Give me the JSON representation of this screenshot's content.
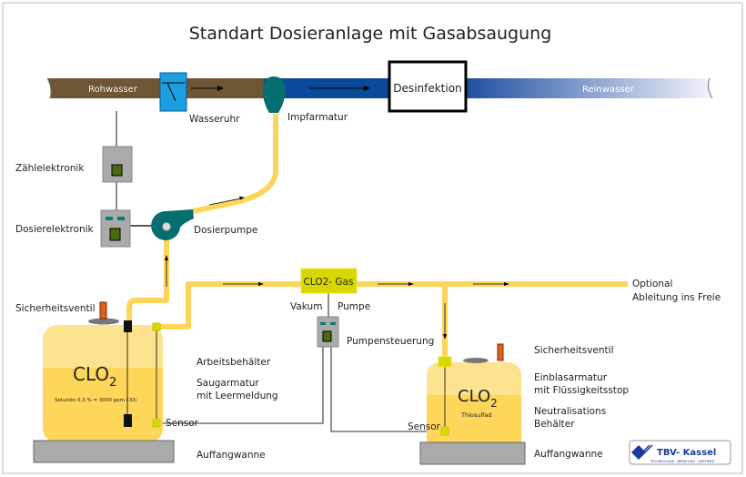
{
  "title": "Standart  Dosieranlage mit Gasabsaugung",
  "pipeline": {
    "raw_water": "Rohwasser",
    "disinfection": "Desinfektion",
    "clean_water": "Reinwasser"
  },
  "components": {
    "water_meter": "Wasseruhr",
    "injection_fitting": "Impfarmatur",
    "counter_electronics": "Zählelektronik",
    "dosing_electronics": "Dosierelektronik",
    "dosing_pump": "Dosierpumpe",
    "gas_box": "CLO2- Gas",
    "vacuum": "Vakum",
    "pump": "Pumpe",
    "pump_control": "Pumpensteuerung",
    "optional_1": "Optional",
    "optional_2": "Ableitung ins Freie",
    "safety_valve_left": "Sicherheitsventil",
    "safety_valve_right": "Sicherheitsventil"
  },
  "work_tank": {
    "formula": "CLO",
    "subscript": "2",
    "note": "Solución 0,3 % = 3000 ppm ClO₂",
    "label": "Arbeitsbehälter",
    "suction_1": "Saugarmatur",
    "suction_2": "mit Leermeldung",
    "sensor": "Sensor",
    "tray": "Auffangwanne"
  },
  "neutral_tank": {
    "formula": "CLO",
    "subscript": "2",
    "note": "Thiosulfad",
    "inlet_1": "Einblasarmatur",
    "inlet_2": "mit Flüssigkeitsstop",
    "label_1": "Neutralisations",
    "label_2": "Behälter",
    "sensor": "Sensor",
    "tray": "Auffangwanne"
  },
  "logo": {
    "name": "TBV- Kassel",
    "tagline": "TECHNOLOGIE · BERATUNG · VERTRIEB"
  },
  "colors": {
    "raw_pipe": "#6e5634",
    "clean_pipe": "#0a4a9a",
    "chem_pipe": "#fdd55a",
    "pump": "#056e6e",
    "meter": "#1aa0e0",
    "gas_box": "#d8d800"
  }
}
